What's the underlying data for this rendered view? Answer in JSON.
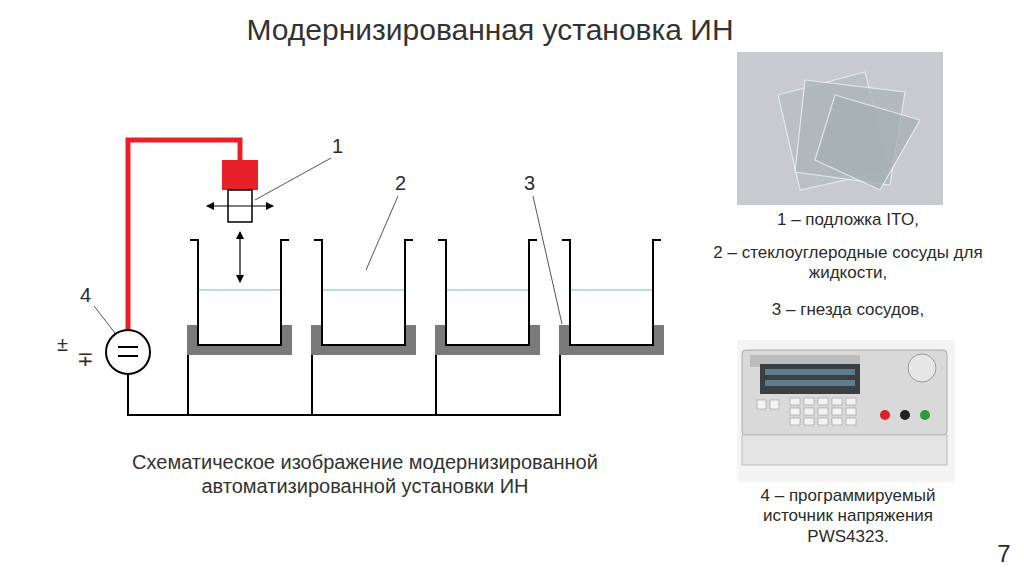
{
  "diagram": {
    "title": "Модернизированная установка ИН",
    "caption": "Схематическое изображение модернизированной автоматизированной установки ИН",
    "labels": [
      "1",
      "2",
      "3",
      "4",
      "±",
      "∓",
      "1 – подложка ITO,",
      "2 – стеклоуглеродные сосуды для жидкости,",
      "3 – гнезда сосудов,",
      "4 – программируемый источник напряжения PWS4323.",
      "7"
    ]
  }
}
